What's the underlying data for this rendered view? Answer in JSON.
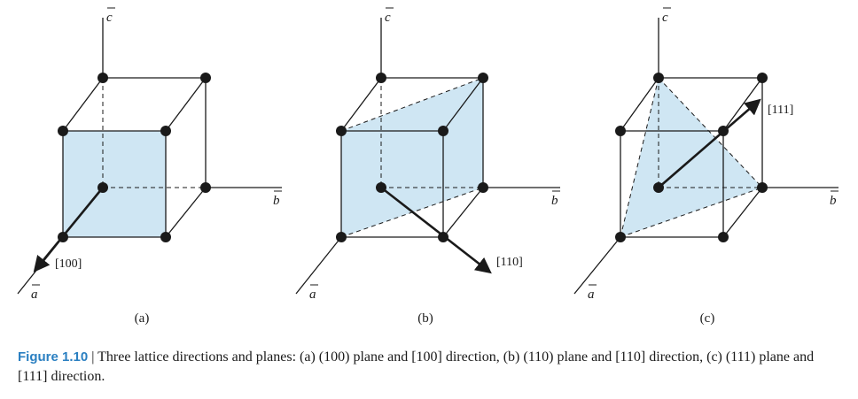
{
  "panels": [
    {
      "axis_c": "c",
      "axis_b": "b",
      "axis_a": "a",
      "direction": "[100]",
      "label": "(a)"
    },
    {
      "axis_c": "c",
      "axis_b": "b",
      "axis_a": "a",
      "direction": "[110]",
      "label": "(b)"
    },
    {
      "axis_c": "c",
      "axis_b": "b",
      "axis_a": "a",
      "direction": "[111]",
      "label": "(c)"
    }
  ],
  "caption": {
    "figure_number": "Figure 1.10",
    "separator": " | ",
    "text": "Three lattice directions and planes: (a) (100) plane and [100] direction, (b) (110) plane and [110] direction, (c) (111) plane and [111] direction."
  },
  "colors": {
    "plane_fill": "#cfe6f3",
    "line": "#1a1a1a",
    "figure_number": "#2a7fc1"
  }
}
